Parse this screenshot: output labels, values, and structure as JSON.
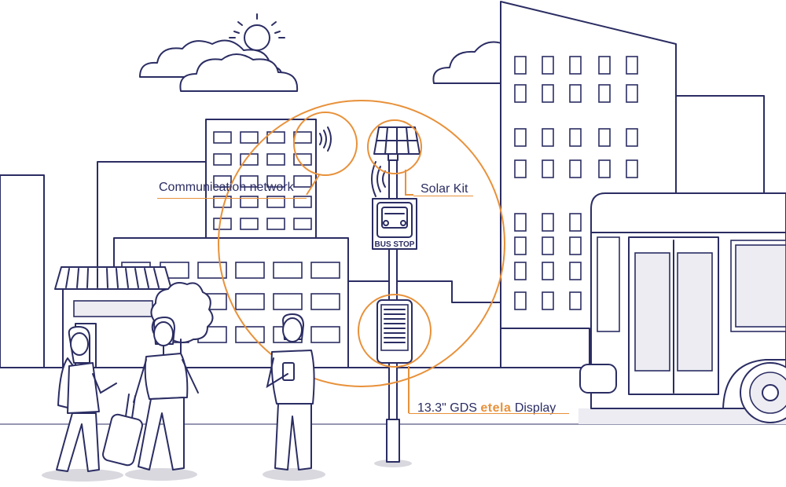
{
  "labels": {
    "communication": "Communication network",
    "solar": "Solar Kit",
    "display_prefix": "13.3\" GDS",
    "display_brand": "etela",
    "display_suffix": "Display"
  },
  "sign": {
    "text": "BUS STOP"
  },
  "colors": {
    "ink": "#2b2d63",
    "accent": "#e8913a",
    "shadow": "#d8d8de",
    "tint": "#ececf2"
  }
}
